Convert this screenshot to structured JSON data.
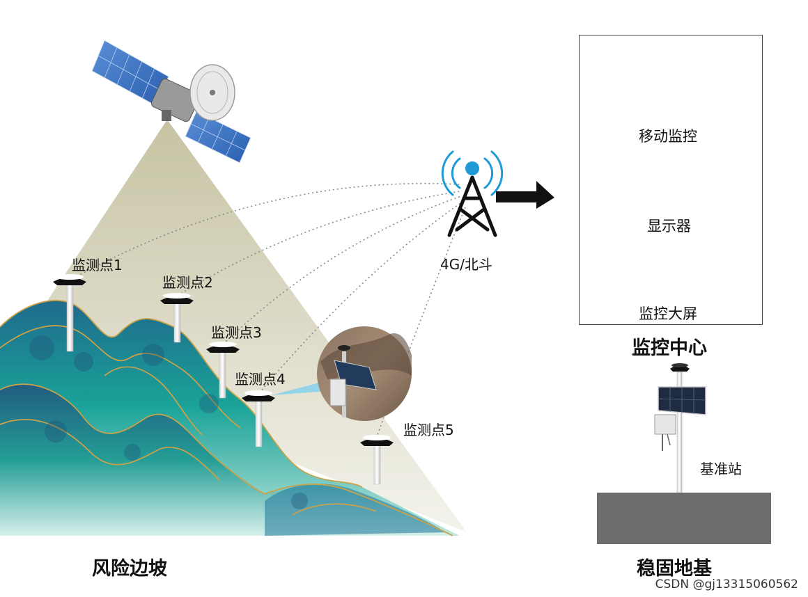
{
  "monitoring_points": [
    {
      "label": "监测点1"
    },
    {
      "label": "监测点2"
    },
    {
      "label": "监测点3"
    },
    {
      "label": "监测点4"
    },
    {
      "label": "监测点5"
    }
  ],
  "tower_label": "4G/北斗",
  "slope_title": "风险边坡",
  "monitor_center": {
    "title": "监控中心",
    "items": [
      {
        "label": "移动监控",
        "icon": "smartphone-icon"
      },
      {
        "label": "显示器",
        "icon": "desktop-monitor-icon"
      },
      {
        "label": "监控大屏",
        "icon": "video-wall-icon"
      }
    ]
  },
  "base_station_label": "基准站",
  "ground_title": "稳固地基",
  "watermark": "CSDN @gj13315060562",
  "colors": {
    "beam": "#cfcbb0",
    "mountain_teal": "#1a9e95",
    "mountain_dark": "#1f5f80",
    "gold": "#c8a24a",
    "tower_blue": "#1e9ad6",
    "ground": "#6d6d6d"
  }
}
